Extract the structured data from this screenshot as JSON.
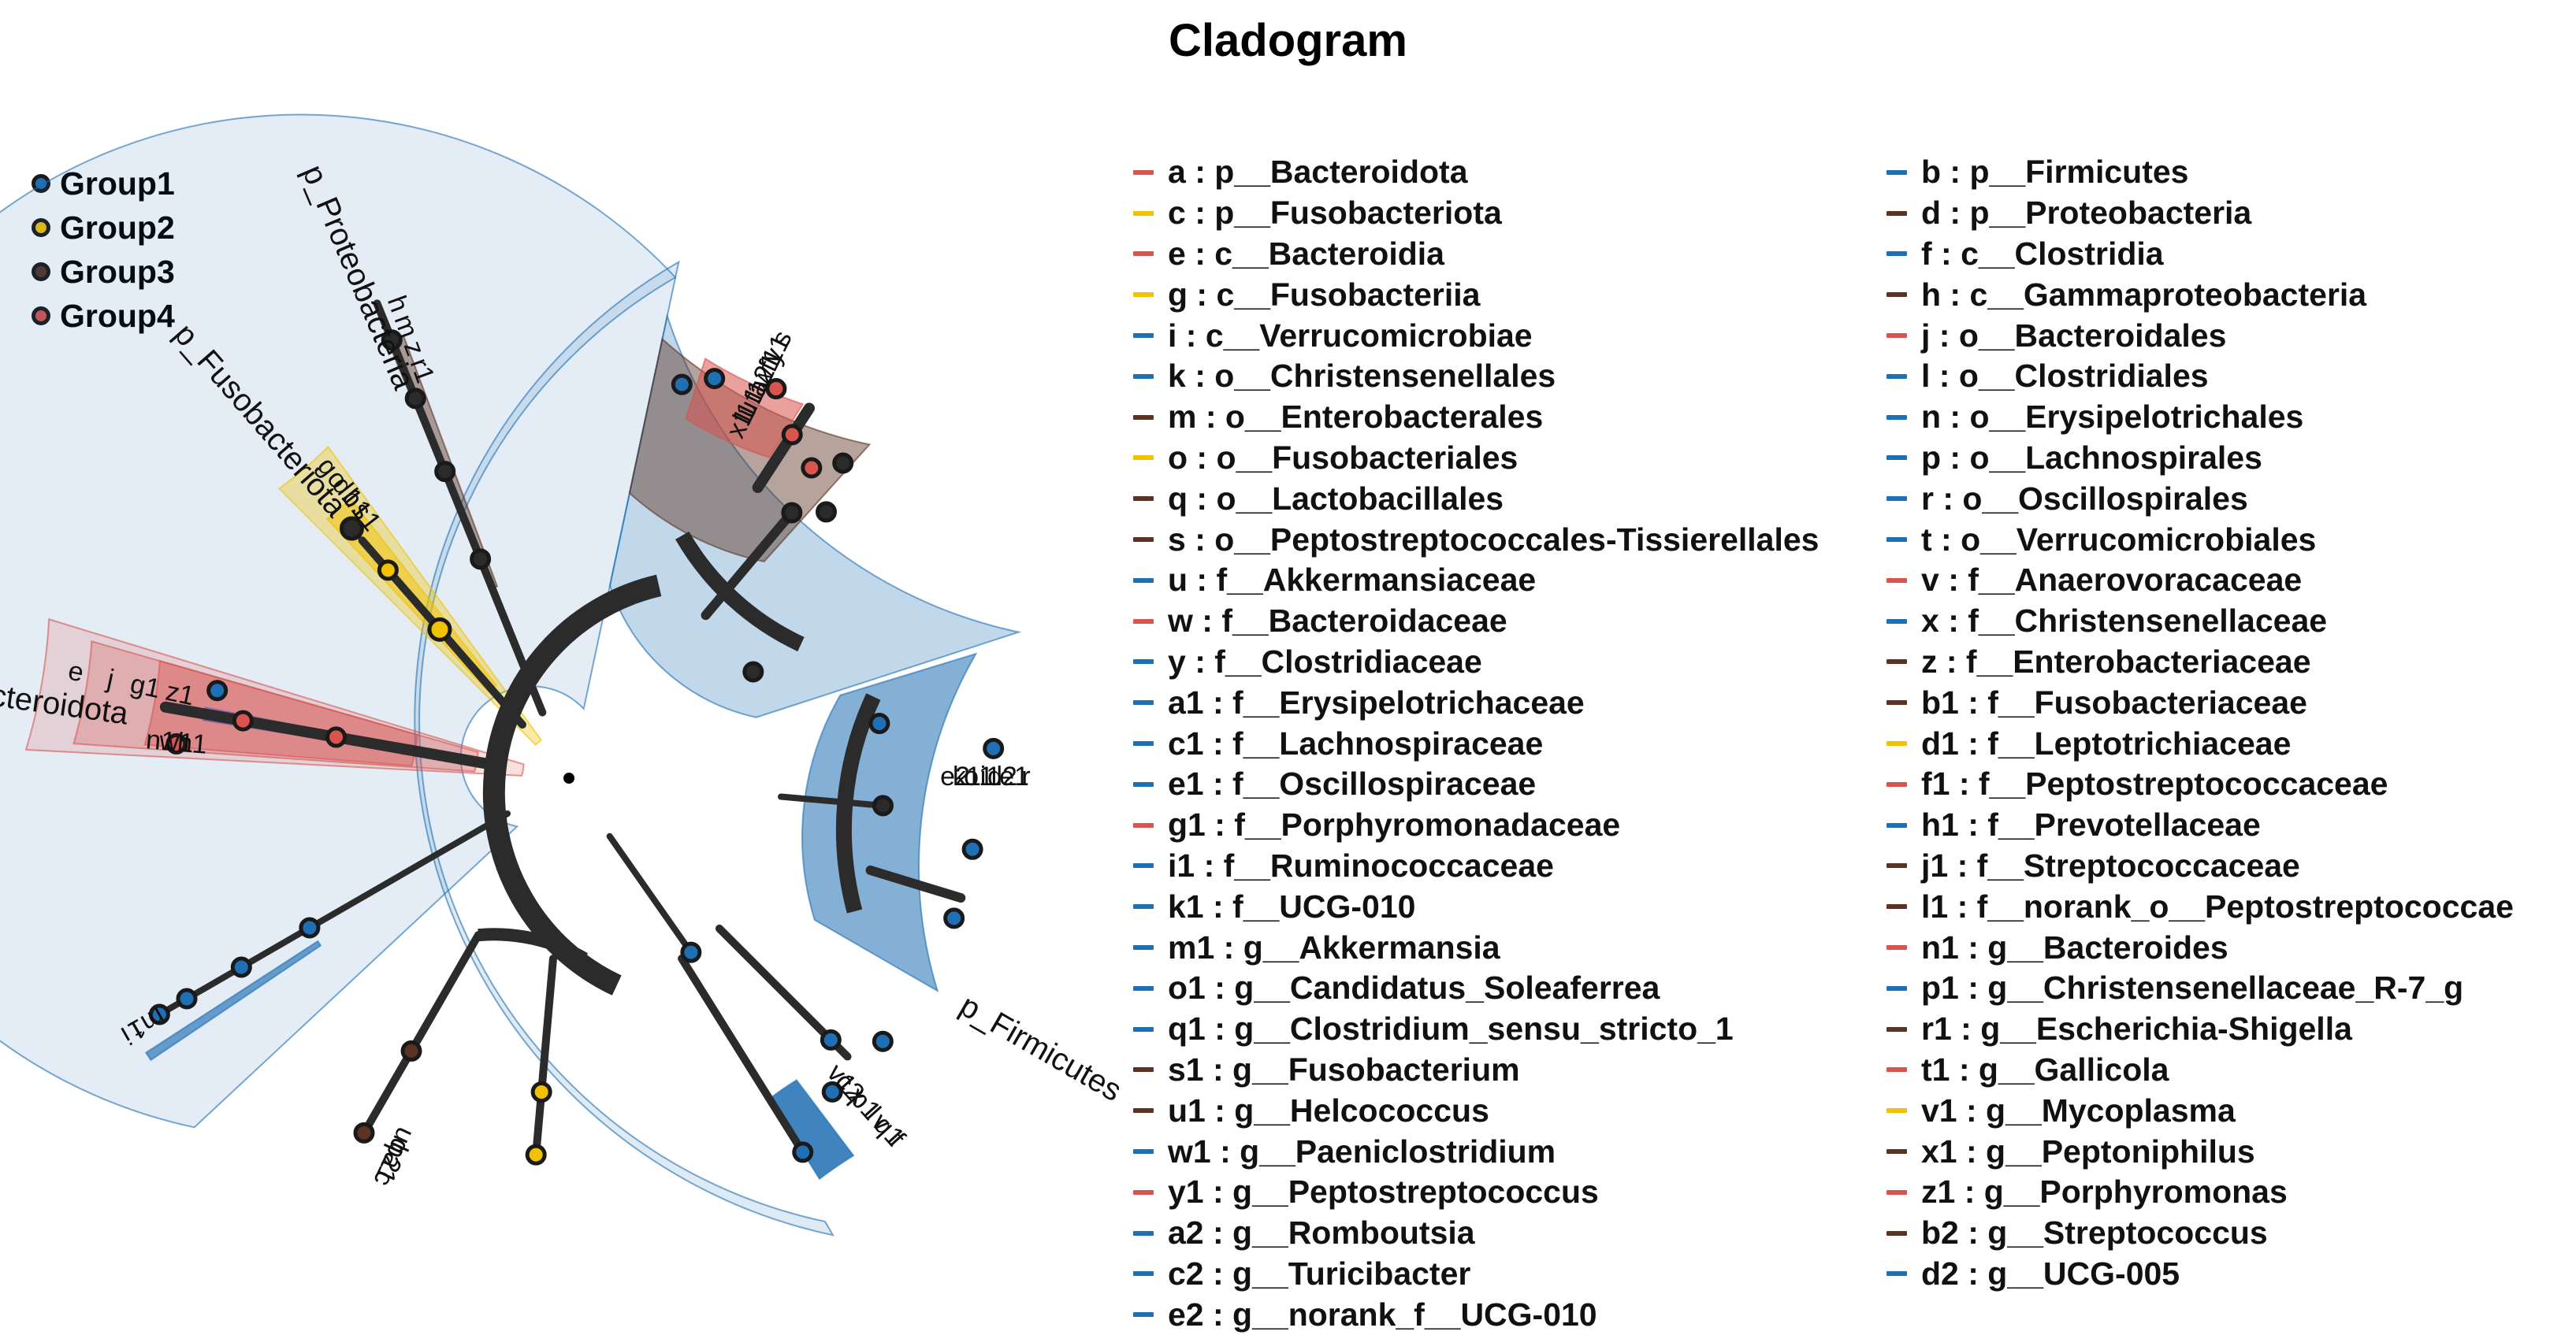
{
  "title": "Cladogram",
  "colors": {
    "Group1": "#1f6fb4",
    "Group2": "#f2c200",
    "Group3": "#5b3323",
    "Group4": "#d9534f",
    "taxonomic_node": "#2b2b2b"
  },
  "groups": [
    {
      "name": "Group1",
      "color": "#1f6fb4"
    },
    {
      "name": "Group2",
      "color": "#f2c200"
    },
    {
      "name": "Group3",
      "color": "#5b3323"
    },
    {
      "name": "Group4",
      "color": "#d9534f"
    }
  ],
  "tree_labels": {
    "bacteroidota": "p_Bacteroidota",
    "fusobacteriota": "p_Fusobacteriota",
    "proteobacteria": "p_Proteobacteria",
    "firmicutes": "p_Firmicutes"
  },
  "clade_letters": {
    "bacteroidota": [
      "e",
      "j",
      "g1",
      "z1",
      "h1",
      "w1",
      "n1"
    ],
    "fusobacteriota": [
      "g",
      "o",
      "d1",
      "b1",
      "s1"
    ],
    "proteobacteria": [
      "h",
      "m",
      "z",
      "r1"
    ],
    "firmicutes": [
      "s",
      "y1",
      "f1",
      "w1",
      "a2",
      "t1",
      "u1",
      "l1",
      "x1",
      "r",
      "e1",
      "d2",
      "i1",
      "o1",
      "k1",
      "e2",
      "f",
      "q1",
      "v",
      "l",
      "p1",
      "x",
      "c2",
      "v1",
      "c",
      "a1",
      "b2",
      "q",
      "u",
      "i",
      "t",
      "m1"
    ]
  },
  "legend": [
    {
      "code": "a",
      "label": "a : p__Bacteroidota",
      "group": "Group4"
    },
    {
      "code": "c",
      "label": "c : p__Fusobacteriota",
      "group": "Group2"
    },
    {
      "code": "e",
      "label": "e : c__Bacteroidia",
      "group": "Group4"
    },
    {
      "code": "g",
      "label": "g : c__Fusobacteriia",
      "group": "Group2"
    },
    {
      "code": "i",
      "label": "i : c__Verrucomicrobiae",
      "group": "Group1"
    },
    {
      "code": "k",
      "label": "k : o__Christensenellales",
      "group": "Group1"
    },
    {
      "code": "m",
      "label": "m : o__Enterobacterales",
      "group": "Group3"
    },
    {
      "code": "o",
      "label": "o : o__Fusobacteriales",
      "group": "Group2"
    },
    {
      "code": "q",
      "label": "q : o__Lactobacillales",
      "group": "Group3"
    },
    {
      "code": "s",
      "label": "s : o__Peptostreptococcales-Tissierellales",
      "group": "Group3"
    },
    {
      "code": "u",
      "label": "u : f__Akkermansiaceae",
      "group": "Group1"
    },
    {
      "code": "w",
      "label": "w : f__Bacteroidaceae",
      "group": "Group4"
    },
    {
      "code": "y",
      "label": "y : f__Clostridiaceae",
      "group": "Group1"
    },
    {
      "code": "a1",
      "label": "a1 : f__Erysipelotrichaceae",
      "group": "Group1"
    },
    {
      "code": "c1",
      "label": "c1 : f__Lachnospiraceae",
      "group": "Group1"
    },
    {
      "code": "e1",
      "label": "e1 : f__Oscillospiraceae",
      "group": "Group1"
    },
    {
      "code": "g1",
      "label": "g1 : f__Porphyromonadaceae",
      "group": "Group4"
    },
    {
      "code": "i1",
      "label": "i1 : f__Ruminococcaceae",
      "group": "Group1"
    },
    {
      "code": "k1",
      "label": "k1 : f__UCG-010",
      "group": "Group1"
    },
    {
      "code": "m1",
      "label": "m1 : g__Akkermansia",
      "group": "Group1"
    },
    {
      "code": "o1",
      "label": "o1 : g__Candidatus_Soleaferrea",
      "group": "Group1"
    },
    {
      "code": "q1",
      "label": "q1 : g__Clostridium_sensu_stricto_1",
      "group": "Group1"
    },
    {
      "code": "s1",
      "label": "s1 : g__Fusobacterium",
      "group": "Group3"
    },
    {
      "code": "u1",
      "label": "u1 : g__Helcococcus",
      "group": "Group3"
    },
    {
      "code": "w1",
      "label": "w1 : g__Paeniclostridium",
      "group": "Group1"
    },
    {
      "code": "y1",
      "label": "y1 : g__Peptostreptococcus",
      "group": "Group4"
    },
    {
      "code": "a2",
      "label": "a2 : g__Romboutsia",
      "group": "Group1"
    },
    {
      "code": "c2",
      "label": "c2 : g__Turicibacter",
      "group": "Group1"
    },
    {
      "code": "e2",
      "label": "e2 : g__norank_f__UCG-010",
      "group": "Group1"
    },
    {
      "code": "b",
      "label": "b : p__Firmicutes",
      "group": "Group1"
    },
    {
      "code": "d",
      "label": "d : p__Proteobacteria",
      "group": "Group3"
    },
    {
      "code": "f",
      "label": "f : c__Clostridia",
      "group": "Group1"
    },
    {
      "code": "h",
      "label": "h : c__Gammaproteobacteria",
      "group": "Group3"
    },
    {
      "code": "j",
      "label": "j : o__Bacteroidales",
      "group": "Group4"
    },
    {
      "code": "l",
      "label": "l : o__Clostridiales",
      "group": "Group1"
    },
    {
      "code": "n",
      "label": "n : o__Erysipelotrichales",
      "group": "Group1"
    },
    {
      "code": "p",
      "label": "p : o__Lachnospirales",
      "group": "Group1"
    },
    {
      "code": "r",
      "label": "r : o__Oscillospirales",
      "group": "Group1"
    },
    {
      "code": "t",
      "label": "t : o__Verrucomicrobiales",
      "group": "Group1"
    },
    {
      "code": "v",
      "label": "v : f__Anaerovoracaceae",
      "group": "Group4"
    },
    {
      "code": "x",
      "label": "x : f__Christensenellaceae",
      "group": "Group1"
    },
    {
      "code": "z",
      "label": "z : f__Enterobacteriaceae",
      "group": "Group3"
    },
    {
      "code": "b1",
      "label": "b1 : f__Fusobacteriaceae",
      "group": "Group3"
    },
    {
      "code": "d1",
      "label": "d1 : f__Leptotrichiaceae",
      "group": "Group2"
    },
    {
      "code": "f1",
      "label": "f1 : f__Peptostreptococcaceae",
      "group": "Group4"
    },
    {
      "code": "h1",
      "label": "h1 : f__Prevotellaceae",
      "group": "Group1"
    },
    {
      "code": "j1",
      "label": "j1 : f__Streptococcaceae",
      "group": "Group3"
    },
    {
      "code": "l1",
      "label": "l1 : f__norank_o__Peptostreptococcae",
      "group": "Group3"
    },
    {
      "code": "n1",
      "label": "n1 : g__Bacteroides",
      "group": "Group4"
    },
    {
      "code": "p1",
      "label": "p1 : g__Christensenellaceae_R-7_g",
      "group": "Group1"
    },
    {
      "code": "r1",
      "label": "r1 : g__Escherichia-Shigella",
      "group": "Group3"
    },
    {
      "code": "t1",
      "label": "t1 : g__Gallicola",
      "group": "Group4"
    },
    {
      "code": "v1",
      "label": "v1 : g__Mycoplasma",
      "group": "Group2"
    },
    {
      "code": "x1",
      "label": "x1 : g__Peptoniphilus",
      "group": "Group3"
    },
    {
      "code": "z1",
      "label": "z1 : g__Porphyromonas",
      "group": "Group4"
    },
    {
      "code": "b2",
      "label": "b2 : g__Streptococcus",
      "group": "Group3"
    },
    {
      "code": "d2",
      "label": "d2 : g__UCG-005",
      "group": "Group1"
    }
  ]
}
